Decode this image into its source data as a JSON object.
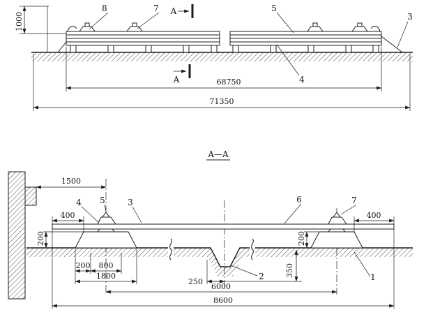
{
  "top_view": {
    "dims": {
      "height": "1000",
      "length_inner": "68750",
      "length_outer": "71350"
    },
    "labels": {
      "item8": "8",
      "item7": "7",
      "item5": "5",
      "item3": "3",
      "item4": "4",
      "section_letter_top": "A",
      "section_letter_bottom": "A"
    }
  },
  "section_view": {
    "title": "A—A",
    "dims": {
      "offset_wall": "1500",
      "overhang_left": "400",
      "height_left": "200",
      "pad_small": "200",
      "pad_mid": "800",
      "foundation_width": "1800",
      "ditch_half": "250",
      "ditch_depth": "350",
      "span_center": "6000",
      "span_total": "8600",
      "height_right": "200",
      "overhang_right": "400"
    },
    "labels": {
      "item4": "4",
      "item5": "5",
      "item3": "3",
      "item6": "6",
      "item7": "7",
      "item2": "2",
      "item1": "1"
    }
  }
}
